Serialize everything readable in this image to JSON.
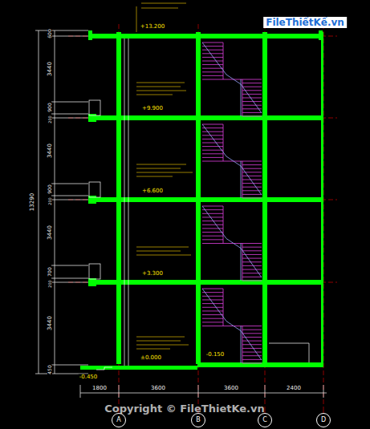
{
  "diagram": {
    "nodes": [
      {
        "text": [
          "A"
        ]
      },
      {
        "text": [
          "B"
        ]
      },
      {
        "text": [
          "C"
        ]
      },
      {
        "text": [
          "D"
        ]
      }
    ],
    "labels": [
      "FileThiếtKế.vn",
      "Copyright © FileThietKe.vn",
      "13290",
      "600",
      "3440",
      "900",
      "200",
      "3440",
      "900",
      "200",
      "3440",
      "700",
      "200",
      "3440",
      "450",
      "+13.200",
      "+9.900",
      "+6.600",
      "+3.300",
      "±0.000",
      "-0.150",
      "-0.450",
      "1800",
      "3600",
      "3600",
      "2400"
    ]
  }
}
